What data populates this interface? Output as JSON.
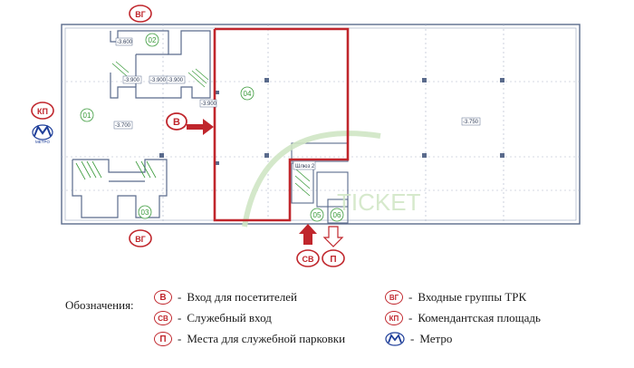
{
  "badges": {
    "vg_top": "ВГ",
    "vg_bottom": "ВГ",
    "kp_left": "КП",
    "v_main": "В",
    "sv_bottom": "СВ",
    "p_bottom": "П"
  },
  "metro_caption": "МЕТРО",
  "rooms": {
    "r01": "01",
    "r02": "02",
    "r03": "03",
    "r04": "04",
    "r05": "05",
    "r06": "06"
  },
  "level_marks": {
    "l1": "-3.600",
    "l2": "-3.900",
    "l3": "-3.900",
    "l4": "-3.900",
    "l5": "-3.900",
    "l6": "-3.700",
    "l7": "-3.750"
  },
  "small_label": "Шлюз 2",
  "watermark": "TICKET",
  "legend": {
    "title": "Обозначения:",
    "items": [
      {
        "badge": "В",
        "text": "Вход для посетителей"
      },
      {
        "badge": "СВ",
        "text": "Служебный вход"
      },
      {
        "badge": "П",
        "text": "Места для служебной парковки"
      },
      {
        "badge": "ВГ",
        "text": "Входные группы ТРК"
      },
      {
        "badge": "КП",
        "text": "Комендантская площадь"
      },
      {
        "badge": "",
        "text": "Метро"
      }
    ]
  },
  "colors": {
    "accent_red": "#c0262c",
    "plan_line": "#5a6b8c",
    "room_green": "#3a9a3a"
  }
}
